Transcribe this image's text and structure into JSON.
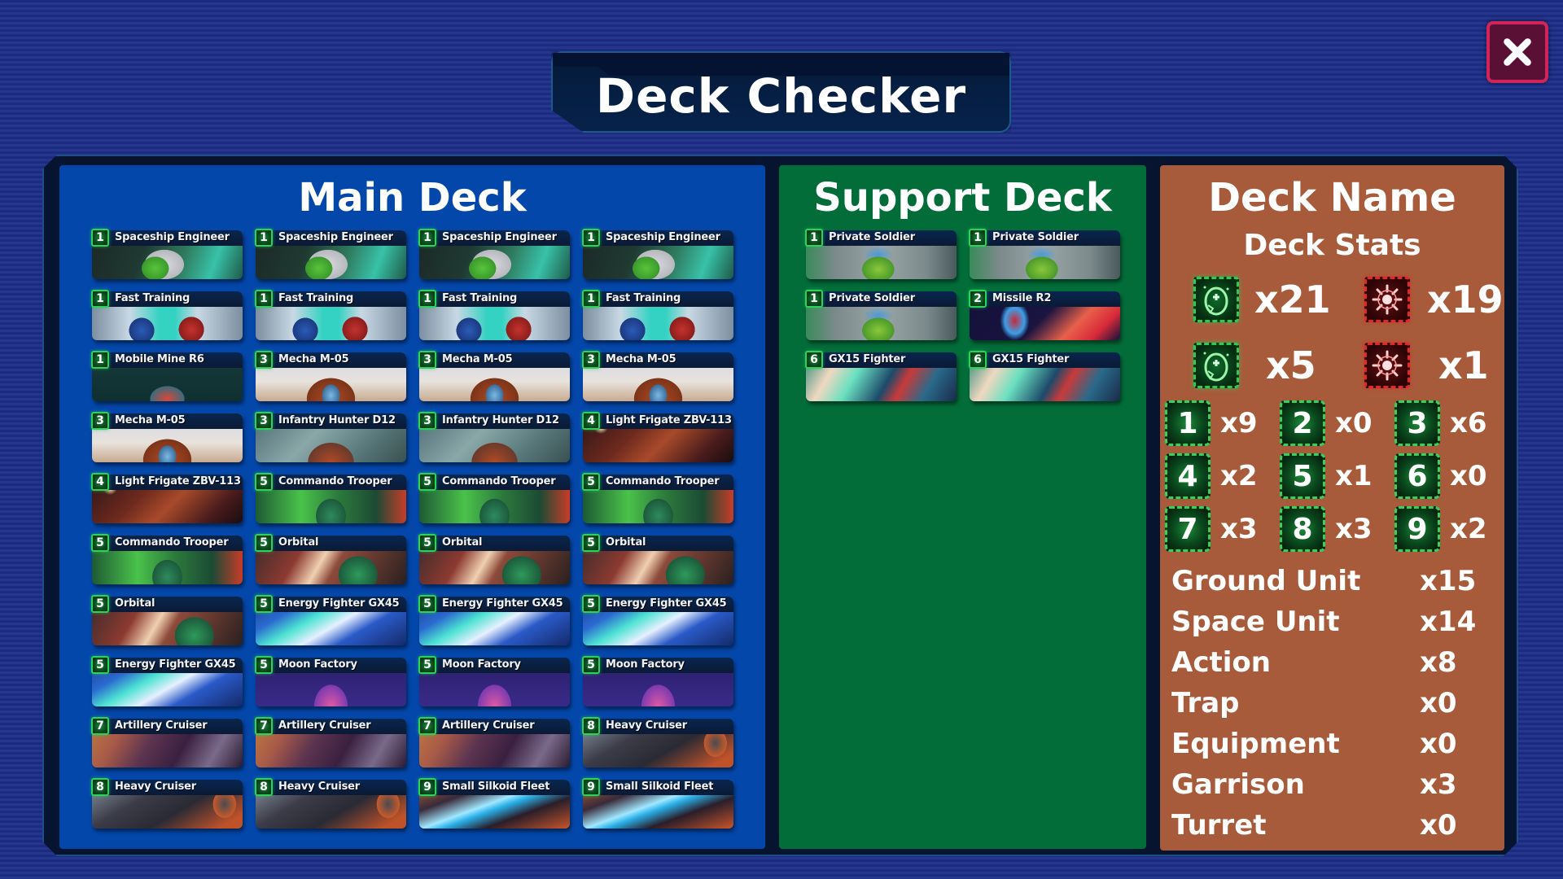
{
  "header": {
    "title": "Deck Checker",
    "close_icon": "close-x-icon"
  },
  "main_deck": {
    "title": "Main Deck",
    "cards": [
      {
        "cost": "1",
        "name": "Spaceship Engineer",
        "art": "engineer"
      },
      {
        "cost": "1",
        "name": "Spaceship Engineer",
        "art": "engineer"
      },
      {
        "cost": "1",
        "name": "Spaceship Engineer",
        "art": "engineer"
      },
      {
        "cost": "1",
        "name": "Spaceship Engineer",
        "art": "engineer"
      },
      {
        "cost": "1",
        "name": "Fast Training",
        "art": "training"
      },
      {
        "cost": "1",
        "name": "Fast Training",
        "art": "training"
      },
      {
        "cost": "1",
        "name": "Fast Training",
        "art": "training"
      },
      {
        "cost": "1",
        "name": "Fast Training",
        "art": "training"
      },
      {
        "cost": "1",
        "name": "Mobile Mine R6",
        "art": "mine"
      },
      {
        "cost": "3",
        "name": "Mecha M-05",
        "art": "mecha"
      },
      {
        "cost": "3",
        "name": "Mecha M-05",
        "art": "mecha"
      },
      {
        "cost": "3",
        "name": "Mecha M-05",
        "art": "mecha"
      },
      {
        "cost": "3",
        "name": "Mecha M-05",
        "art": "mecha"
      },
      {
        "cost": "3",
        "name": "Infantry Hunter D12",
        "art": "hunter"
      },
      {
        "cost": "3",
        "name": "Infantry Hunter D12",
        "art": "hunter"
      },
      {
        "cost": "4",
        "name": "Light Frigate ZBV-113",
        "art": "frigate"
      },
      {
        "cost": "4",
        "name": "Light Frigate ZBV-113",
        "art": "frigate"
      },
      {
        "cost": "5",
        "name": "Commando Trooper",
        "art": "commando"
      },
      {
        "cost": "5",
        "name": "Commando Trooper",
        "art": "commando"
      },
      {
        "cost": "5",
        "name": "Commando Trooper",
        "art": "commando"
      },
      {
        "cost": "5",
        "name": "Commando Trooper",
        "art": "commando"
      },
      {
        "cost": "5",
        "name": "Orbital",
        "art": "orbital"
      },
      {
        "cost": "5",
        "name": "Orbital",
        "art": "orbital"
      },
      {
        "cost": "5",
        "name": "Orbital",
        "art": "orbital"
      },
      {
        "cost": "5",
        "name": "Orbital",
        "art": "orbital"
      },
      {
        "cost": "5",
        "name": "Energy Fighter GX45",
        "art": "energy"
      },
      {
        "cost": "5",
        "name": "Energy Fighter GX45",
        "art": "energy"
      },
      {
        "cost": "5",
        "name": "Energy Fighter GX45",
        "art": "energy"
      },
      {
        "cost": "5",
        "name": "Energy Fighter GX45",
        "art": "energy"
      },
      {
        "cost": "5",
        "name": "Moon Factory",
        "art": "moon"
      },
      {
        "cost": "5",
        "name": "Moon Factory",
        "art": "moon"
      },
      {
        "cost": "5",
        "name": "Moon Factory",
        "art": "moon"
      },
      {
        "cost": "7",
        "name": "Artillery Cruiser",
        "art": "artillery"
      },
      {
        "cost": "7",
        "name": "Artillery Cruiser",
        "art": "artillery"
      },
      {
        "cost": "7",
        "name": "Artillery Cruiser",
        "art": "artillery"
      },
      {
        "cost": "8",
        "name": "Heavy Cruiser",
        "art": "heavy"
      },
      {
        "cost": "8",
        "name": "Heavy Cruiser",
        "art": "heavy"
      },
      {
        "cost": "8",
        "name": "Heavy Cruiser",
        "art": "heavy"
      },
      {
        "cost": "9",
        "name": "Small Silkoid Fleet",
        "art": "silkoid"
      },
      {
        "cost": "9",
        "name": "Small Silkoid Fleet",
        "art": "silkoid"
      }
    ]
  },
  "support_deck": {
    "title": "Support Deck",
    "cards": [
      {
        "cost": "1",
        "name": "Private Soldier",
        "art": "soldier"
      },
      {
        "cost": "1",
        "name": "Private Soldier",
        "art": "soldier"
      },
      {
        "cost": "1",
        "name": "Private Soldier",
        "art": "soldier"
      },
      {
        "cost": "2",
        "name": "Missile R2",
        "art": "missile"
      },
      {
        "cost": "6",
        "name": "GX15 Fighter",
        "art": "gx15"
      },
      {
        "cost": "6",
        "name": "GX15 Fighter",
        "art": "gx15"
      }
    ]
  },
  "stats": {
    "deck_name": "Deck Name",
    "subtitle": "Deck Stats",
    "factions": [
      {
        "icon": "green-egg-faction-icon",
        "color": "#2ccc50",
        "count": "x21"
      },
      {
        "icon": "red-sun-faction-icon",
        "color": "#e02828",
        "count": "x19"
      },
      {
        "icon": "green-egg-faction-icon",
        "color": "#2ccc50",
        "count": "x5"
      },
      {
        "icon": "red-sun-faction-icon",
        "color": "#e02828",
        "count": "x1"
      }
    ],
    "cost_curve": [
      {
        "cost": "1",
        "count": "x9"
      },
      {
        "cost": "2",
        "count": "x0"
      },
      {
        "cost": "3",
        "count": "x6"
      },
      {
        "cost": "4",
        "count": "x2"
      },
      {
        "cost": "5",
        "count": "x1"
      },
      {
        "cost": "6",
        "count": "x0"
      },
      {
        "cost": "7",
        "count": "x3"
      },
      {
        "cost": "8",
        "count": "x3"
      },
      {
        "cost": "9",
        "count": "x2"
      }
    ],
    "types": [
      {
        "label": "Ground Unit",
        "count": "x15"
      },
      {
        "label": "Space Unit",
        "count": "x14"
      },
      {
        "label": "Action",
        "count": "x8"
      },
      {
        "label": "Trap",
        "count": "x0"
      },
      {
        "label": "Equipment",
        "count": "x0"
      },
      {
        "label": "Garrison",
        "count": "x3"
      },
      {
        "label": "Turret",
        "count": "x0"
      }
    ]
  },
  "colors": {
    "main_deck_bg": "#0447aa",
    "support_deck_bg": "#036d3a",
    "stats_bg": "#a85b3b",
    "cost_badge_border": "#2cd25a",
    "close_border": "#d0245a"
  }
}
